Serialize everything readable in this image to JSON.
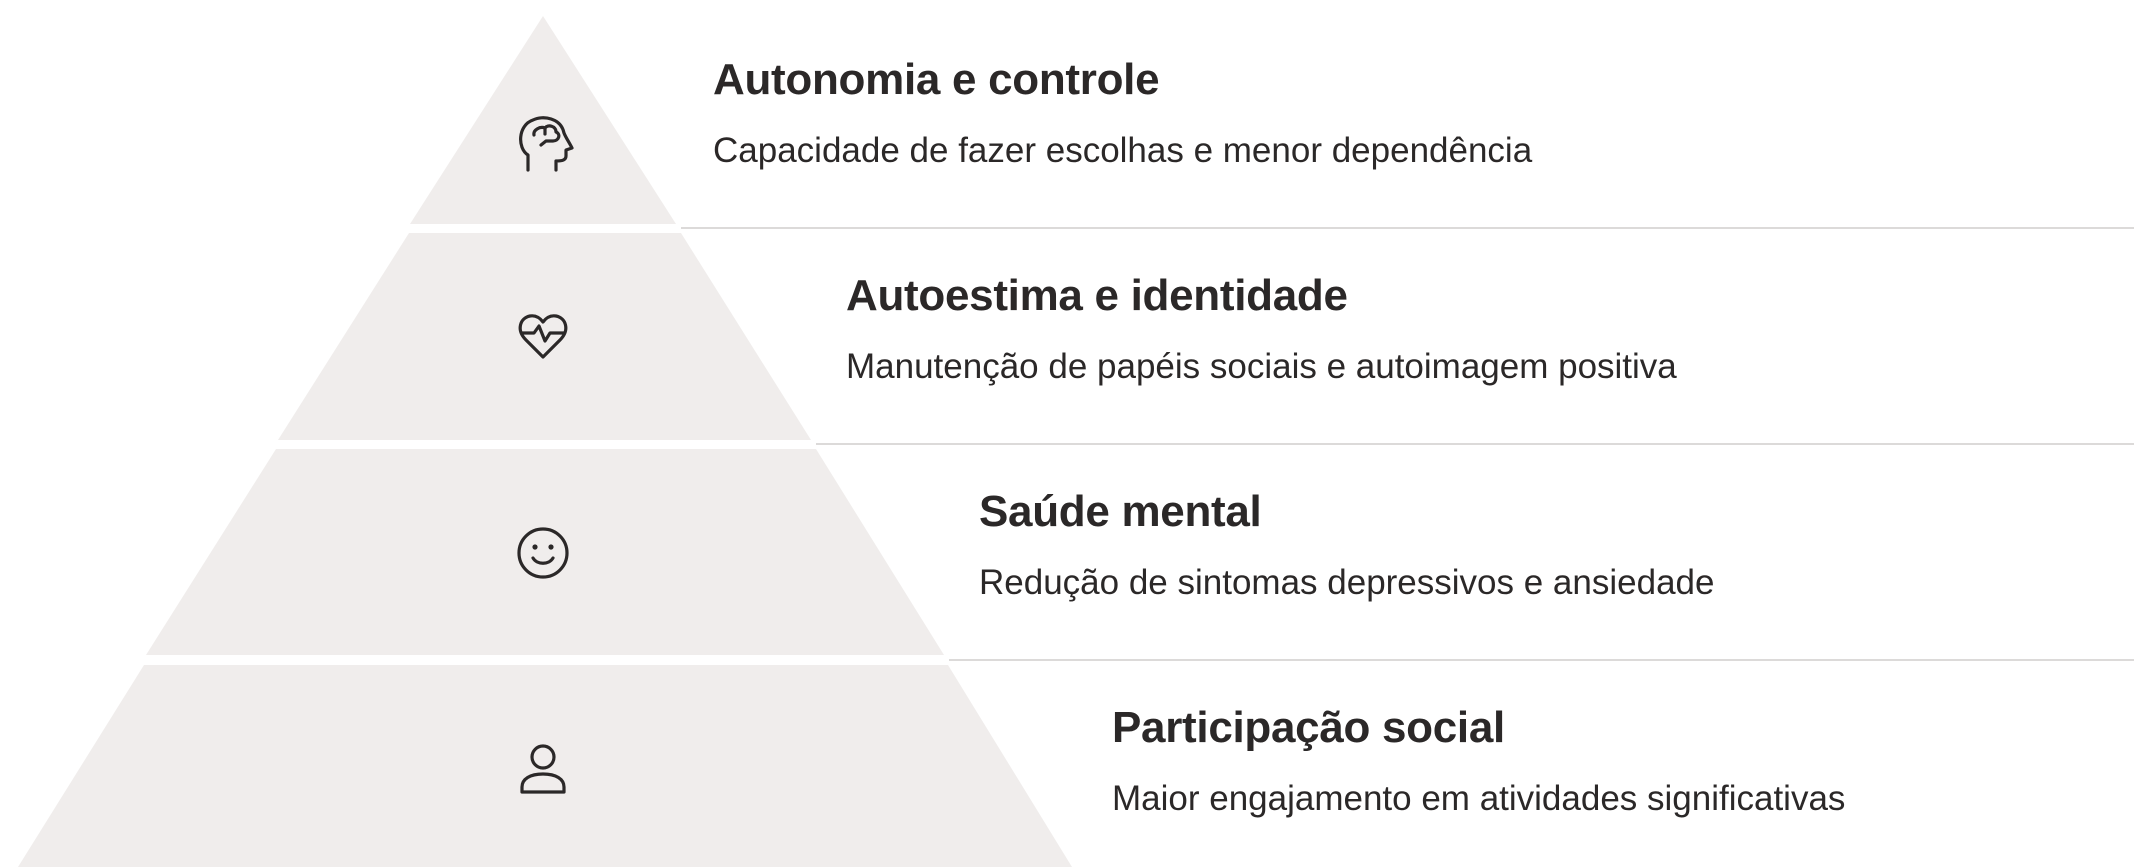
{
  "colors": {
    "tier_fill": "#f0edec",
    "divider": "#dcdad9",
    "text": "#2b2828",
    "background": "#ffffff"
  },
  "tiers": [
    {
      "title": "Autonomia e controle",
      "description": "Capacidade de fazer escolhas e menor dependência",
      "icon": "brain-head-icon"
    },
    {
      "title": "Autoestima e identidade",
      "description": "Manutenção de papéis sociais e autoimagem positiva",
      "icon": "heart-pulse-icon"
    },
    {
      "title": "Saúde mental",
      "description": "Redução de sintomas depressivos e ansiedade",
      "icon": "smiley-icon"
    },
    {
      "title": "Participação social",
      "description": "Maior engajamento em atividades significativas",
      "icon": "person-icon"
    }
  ]
}
